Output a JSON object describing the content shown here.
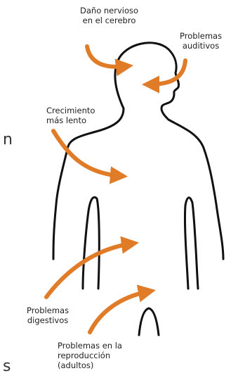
{
  "labels": {
    "brain": [
      "Daño nervioso",
      "en el cerebro"
    ],
    "hearing": [
      "Problemas",
      "auditivos"
    ],
    "growth": [
      "Crecimiento",
      "más lento"
    ],
    "digestive": [
      "Problemas",
      "digestivos"
    ],
    "reproduction": [
      "Problemas en la",
      "reproducción",
      "(adultos)"
    ]
  },
  "cropped_fragments": {
    "left": "n",
    "bottom_left": "s"
  },
  "colors": {
    "arrow": "#e07b27",
    "outline": "#111111",
    "text": "#1e1e1e"
  }
}
